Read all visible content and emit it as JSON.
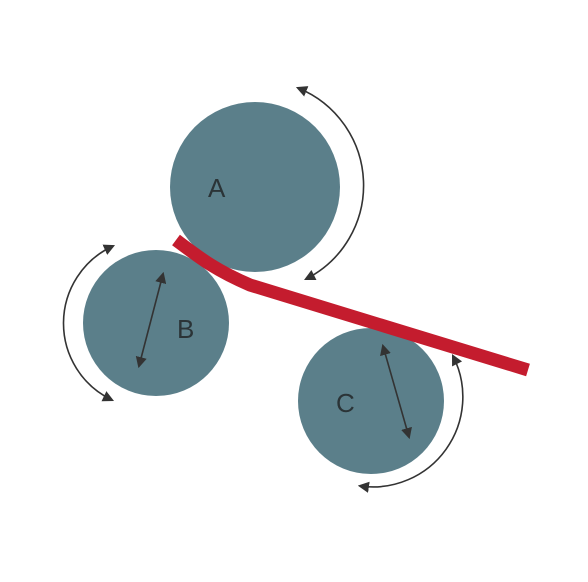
{
  "diagram": {
    "colors": {
      "background": "#ffffff",
      "roller": "#5b7f8a",
      "strip": "#c41c2e",
      "arrow": "#333333",
      "label": "#2b3437"
    },
    "rollers": [
      {
        "id": "A",
        "label": "A"
      },
      {
        "id": "B",
        "label": "B"
      },
      {
        "id": "C",
        "label": "C"
      }
    ]
  }
}
